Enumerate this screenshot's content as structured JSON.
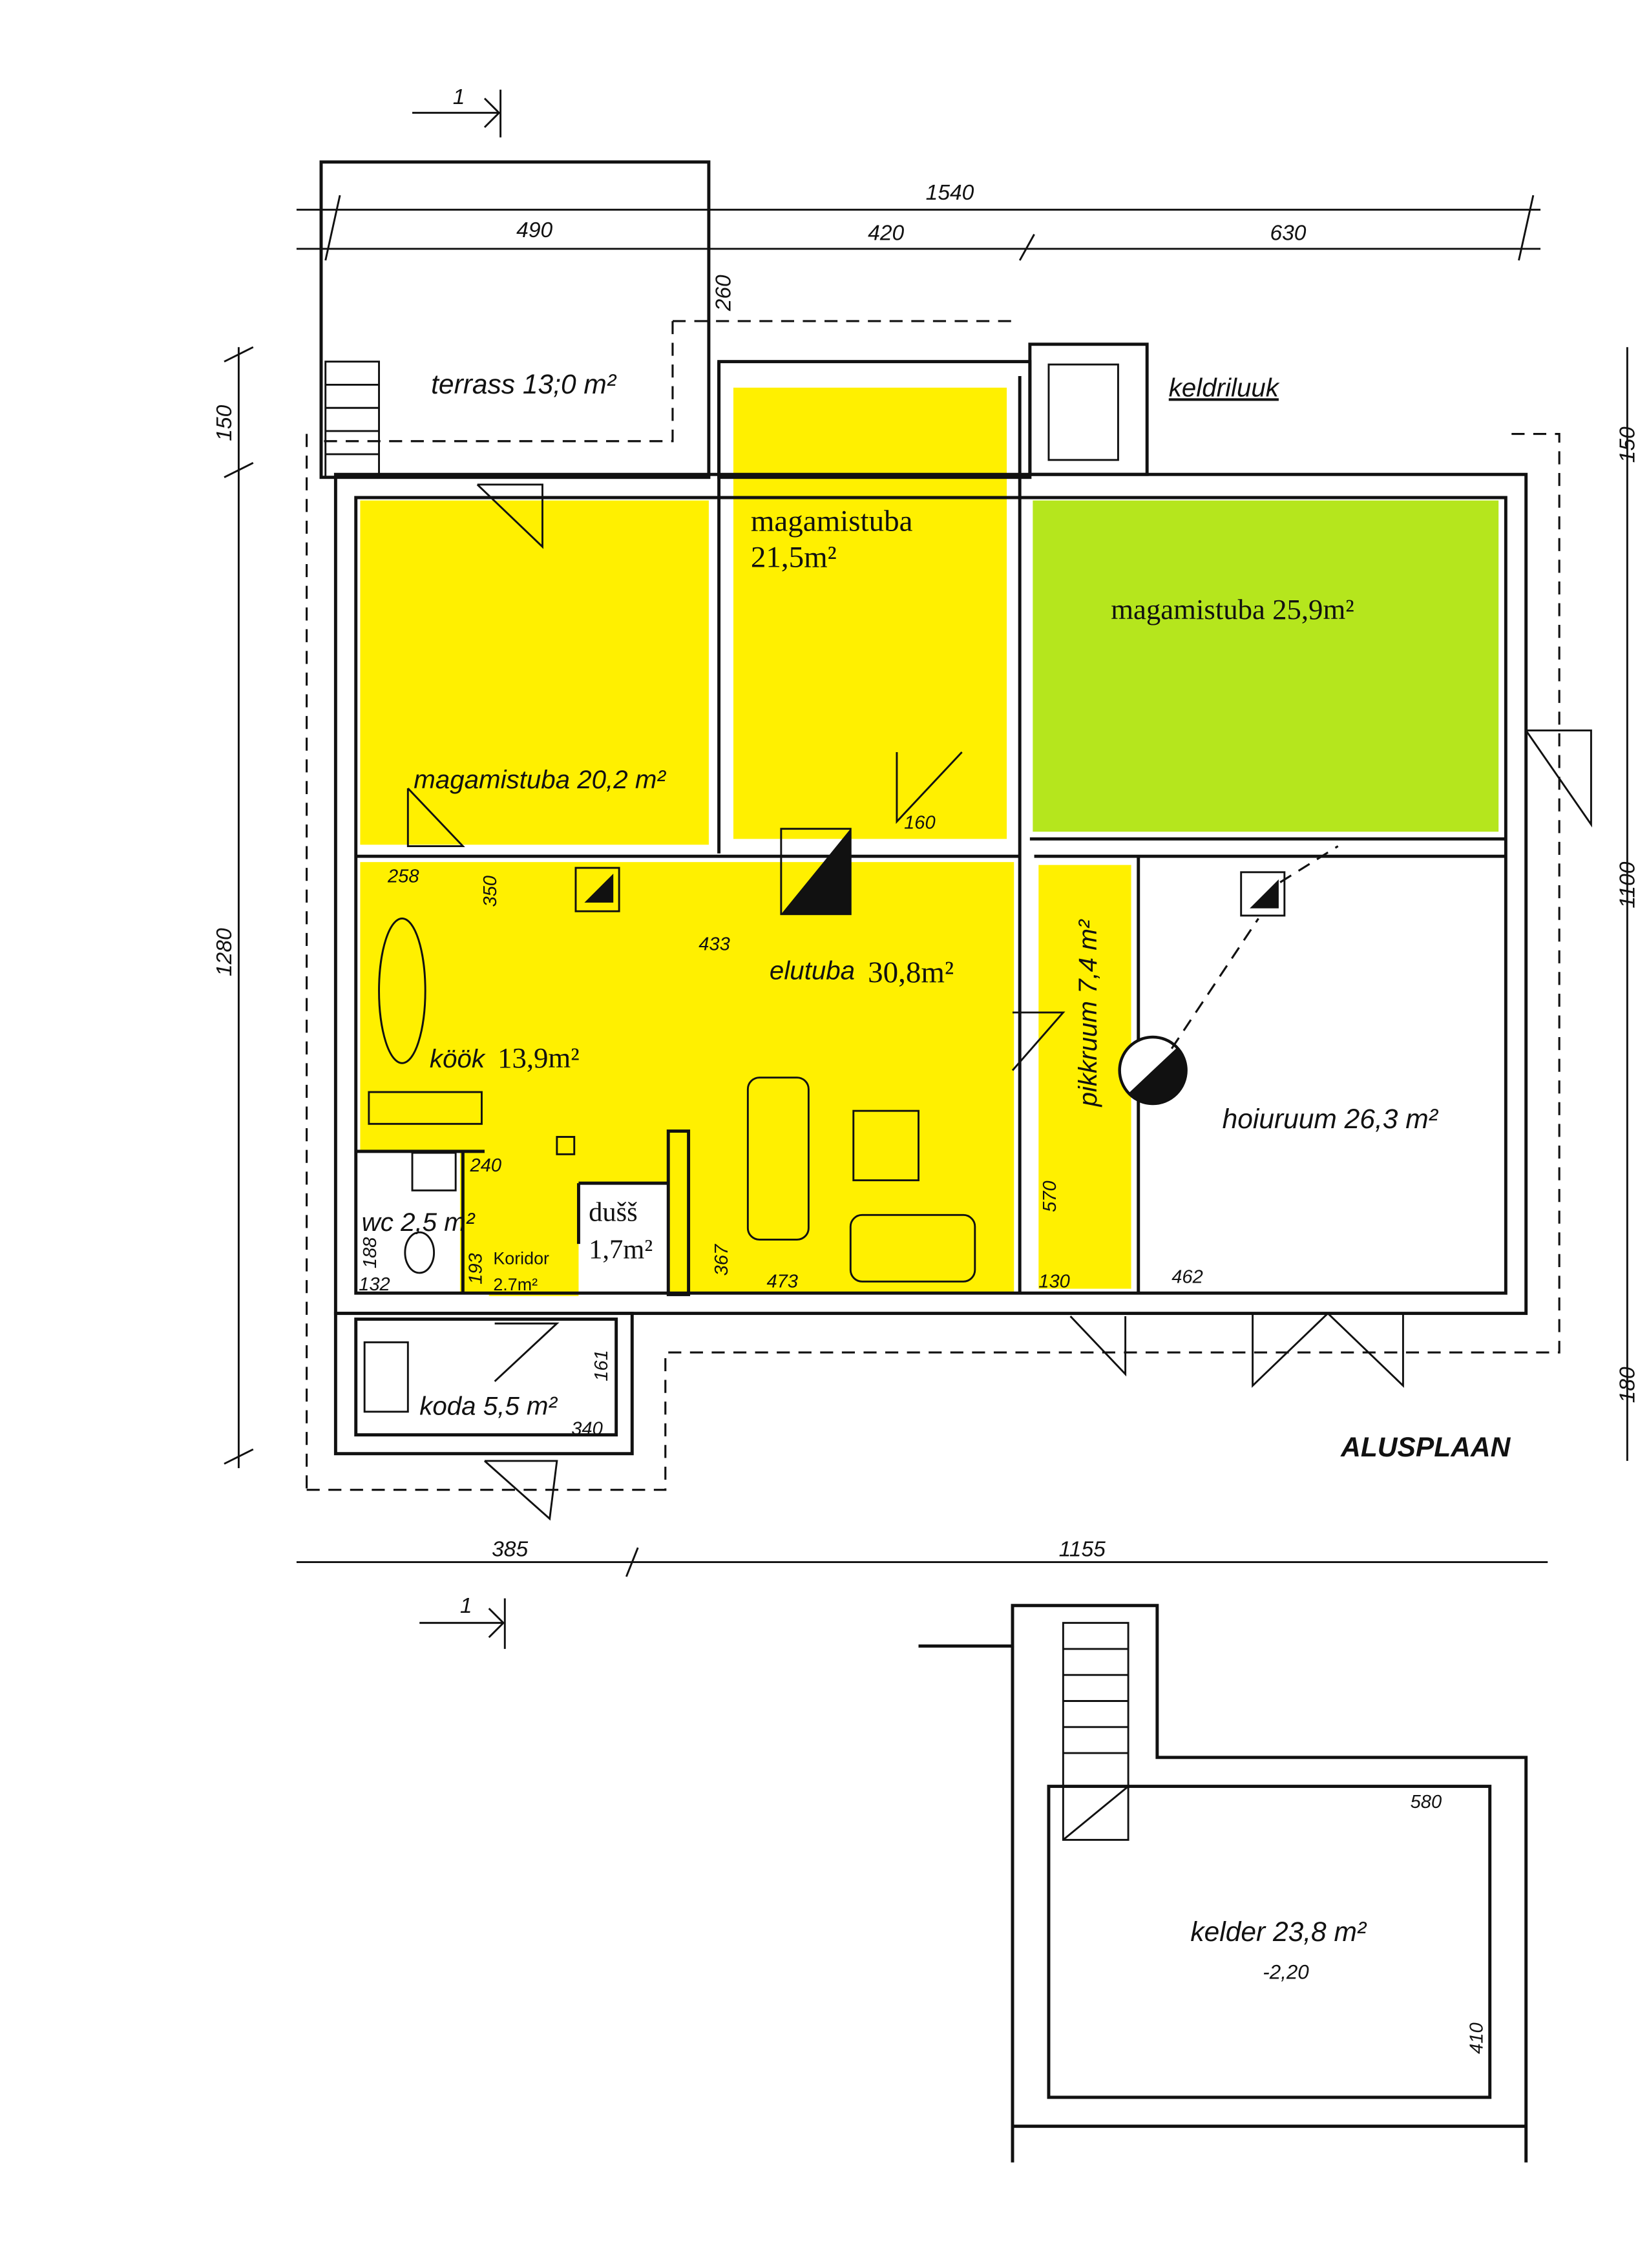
{
  "colors": {
    "yellow": "#FFF000",
    "green": "#B5E61D",
    "line": "#111111"
  },
  "plan_title": "ALUSPLAAN",
  "section_mark": "1",
  "dimensions": {
    "overall_width": "1540",
    "top_segments": [
      "490",
      "420",
      "630"
    ],
    "bottom_segments": [
      "385",
      "1155"
    ],
    "left": [
      "150",
      "1280"
    ],
    "right": [
      "150",
      "1100",
      "180"
    ],
    "terrace_depth": "260"
  },
  "rooms": {
    "terrass": "terrass 13;0 m²",
    "keldriluuk": "keldriluuk",
    "bed1": "magamistuba 20,2 m²",
    "bed2_name": "magamistuba",
    "bed2_area": "21,5m²",
    "bed3": "magamistuba 25,9m²",
    "elutuba_name": "elutuba",
    "elutuba_area": "30,8m²",
    "kook_name": "köök",
    "kook_area": "13,9m²",
    "pikkruum": "pikkruum 7,4 m²",
    "hoiuruum": "hoiuruum 26,3 m²",
    "wc": "wc 2,5 m²",
    "koridor_name": "Koridor",
    "koridor_area": "2.7m²",
    "duss_name": "dušš",
    "duss_area": "1,7m²",
    "koda": "koda 5,5 m²",
    "kelder": "kelder 23,8 m²",
    "kelder_level": "-2,20"
  },
  "room_dims": {
    "d258": "258",
    "d350": "350",
    "d433": "433",
    "d160": "160",
    "d240": "240",
    "d188": "188",
    "d132": "132",
    "d193": "193",
    "d367": "367",
    "d473": "473",
    "d570": "570",
    "d130": "130",
    "d462": "462",
    "d161": "161",
    "d340": "340",
    "d580": "580",
    "d410": "410"
  }
}
